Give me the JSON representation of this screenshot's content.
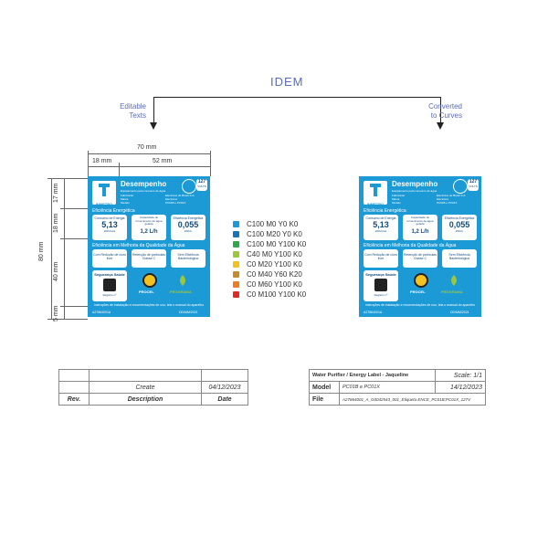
{
  "header": {
    "title": "IDEM"
  },
  "notes": {
    "left": [
      "Editable",
      "Texts"
    ],
    "right": [
      "Converted",
      "to Curves"
    ]
  },
  "dimensions": {
    "total_width": "70 mm",
    "col1": "18 mm",
    "col2": "52 mm",
    "total_height": "80 mm",
    "rows": [
      "17 mm",
      "18 mm",
      "40 mm",
      "5 mm"
    ]
  },
  "label": {
    "brand": "INMETRO",
    "title": "Desempenho",
    "subtitle": "Equipamento para consumo de água",
    "info": [
      "Fabricante",
      "Marca",
      "Modelo"
    ],
    "info_right": [
      "Electrolux do Brasil S.A.",
      "Electrolux",
      "PC01B e PC01X"
    ],
    "badge_top": "127",
    "badge_bottom": "VOLTS",
    "energy_section": "Eficiência Energética",
    "metrics": [
      {
        "label": "Consumo de Energia",
        "value": "5,13",
        "unit": "kWh/mês"
      },
      {
        "label": "Capacidade de fornecimento de água gelada",
        "value": "1,2 L/h",
        "unit": ""
      },
      {
        "label": "Eficiência Energética",
        "value": "0,055",
        "unit": "kWh/L"
      }
    ],
    "water_section": "Eficiência em Melhoria da Qualidade da Água",
    "quality": [
      {
        "label": "Com Redução de cloro livre"
      },
      {
        "label": "Retenção de partículas Classe C"
      },
      {
        "label": "Sem Eficiência Bacteriológica"
      }
    ],
    "safety_title": "Segurança Saúde",
    "safety_reg": "Registro nº",
    "procel": "PROCEL",
    "programa": "PROGRAMA",
    "footer_note": "Instruções de instalação e recomendações de uso, leia o manual do aparelho",
    "footer_left": "A27864001A",
    "footer_right": "DD/MM/2021"
  },
  "legend": [
    {
      "color": "#1c9ad6",
      "text": "C100 M0 Y0 K0"
    },
    {
      "color": "#1a72b8",
      "text": "C100 M20 Y0 K0"
    },
    {
      "color": "#2ea84a",
      "text": "C100 M0 Y100 K0"
    },
    {
      "color": "#9cc63b",
      "text": "C40 M0 Y100 K0"
    },
    {
      "color": "#f4c21f",
      "text": "C0 M20 Y100 K0"
    },
    {
      "color": "#c88a2c",
      "text": "C0 M40 Y60 K20"
    },
    {
      "color": "#f17b22",
      "text": "C0 M60 Y100 K0"
    },
    {
      "color": "#e02a22",
      "text": "C0 M100 Y100 K0"
    }
  ],
  "rev_table": {
    "row": {
      "description": "Create",
      "date": "04/12/2023"
    },
    "headers": [
      "Rev.",
      "Description",
      "Date"
    ]
  },
  "info_table": {
    "title": "Water Purifier / Energy Label - Jaqueline",
    "scale": "Scale: 1/1",
    "model_label": "Model",
    "model_value": "PC01B e PC01X",
    "model_date": "14/12/2023",
    "file_label": "File",
    "file_value": "A27864001_A_G0042543_001_Etiqueta ENCE_PC01B;PC01X_127V"
  }
}
